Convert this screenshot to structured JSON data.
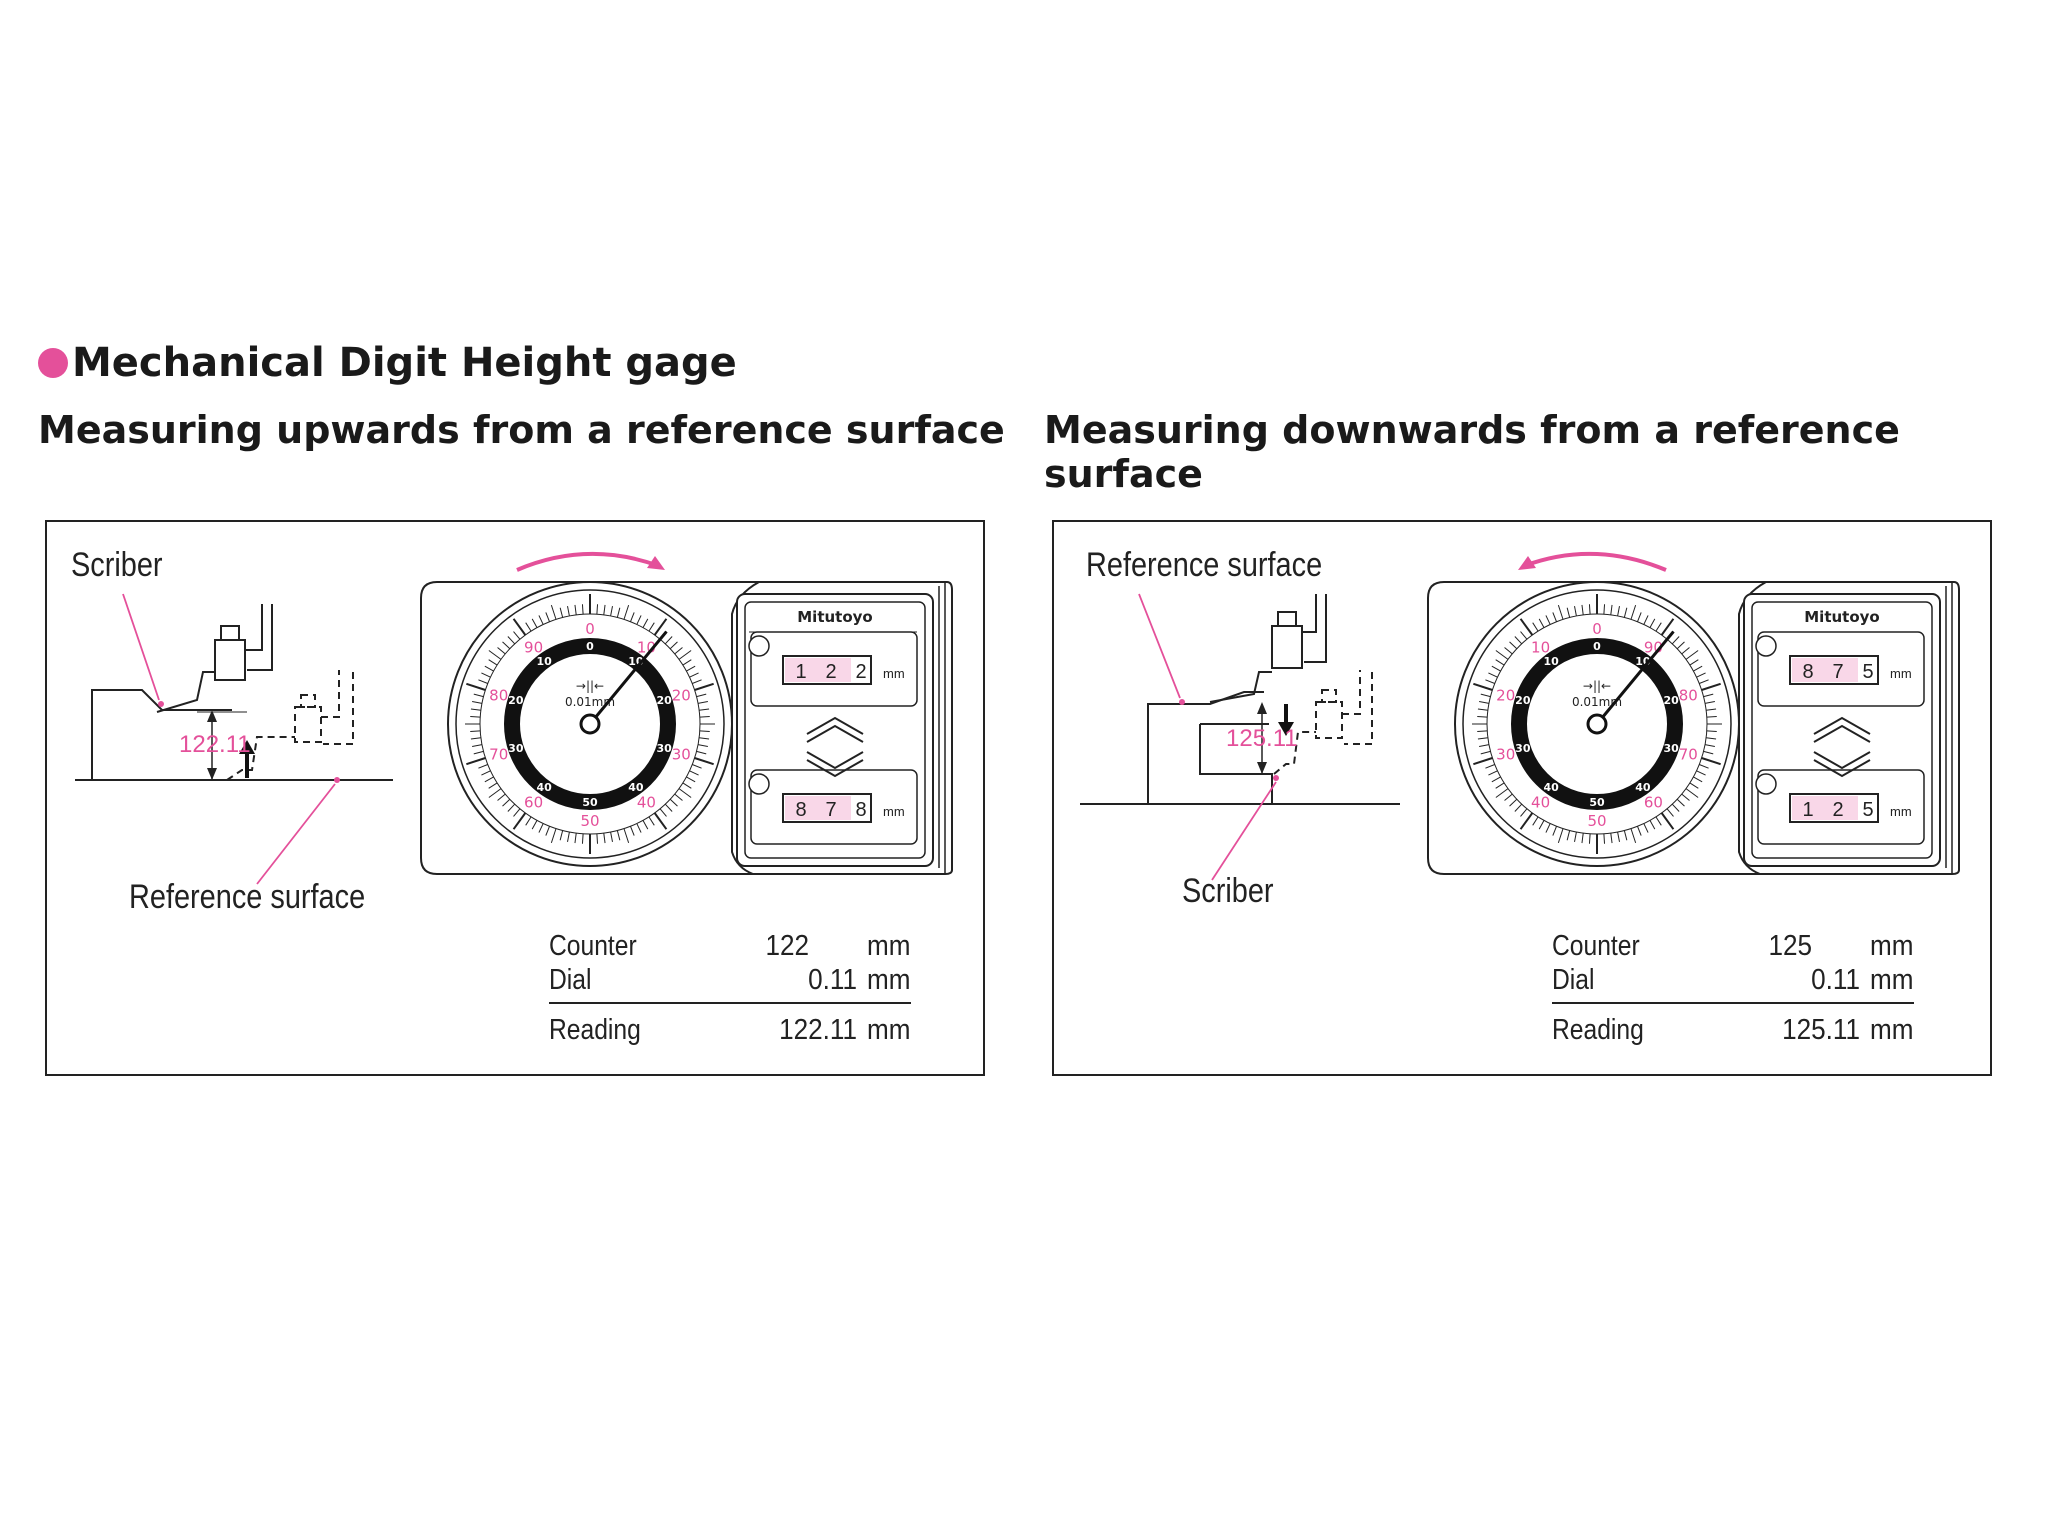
{
  "heading": "Mechanical Digit Height gage",
  "colors": {
    "accent": "#e4509a",
    "ink": "#222222"
  },
  "panels": [
    {
      "subtitle": "Measuring upwards from a reference surface",
      "label_top": "Scriber",
      "label_bottom": "Reference surface",
      "measure": "122.11",
      "brand": "Mitutoyo",
      "dial_unit": "0.01mm",
      "counter_top_digits": [
        "1",
        "2",
        "2"
      ],
      "counter_bottom_digits": [
        "8",
        "7",
        "8"
      ],
      "counter_unit": "mm",
      "pointer_value": 11,
      "rotation": "clockwise",
      "outer_numbers": [
        "0",
        "10",
        "20",
        "30",
        "40",
        "50",
        "60",
        "70",
        "80",
        "90"
      ],
      "inner_numbers": [
        "0",
        "10",
        "20",
        "30",
        "40",
        "50",
        "40",
        "30",
        "20",
        "10"
      ],
      "table": {
        "counter_label": "Counter",
        "counter_value": "122",
        "counter_unit": "mm",
        "dial_label": "Dial",
        "dial_value": "0.11",
        "dial_unit": "mm",
        "reading_label": "Reading",
        "reading_value": "122.11",
        "reading_unit": "mm"
      }
    },
    {
      "subtitle": "Measuring downwards from a reference surface",
      "label_top": "Reference surface",
      "label_bottom": "Scriber",
      "measure": "125.11",
      "brand": "Mitutoyo",
      "dial_unit": "0.01mm",
      "counter_top_digits": [
        "8",
        "7",
        "5"
      ],
      "counter_bottom_digits": [
        "1",
        "2",
        "5"
      ],
      "counter_unit": "mm",
      "pointer_value": 11,
      "rotation": "counterclockwise",
      "outer_numbers": [
        "0",
        "90",
        "80",
        "70",
        "60",
        "50",
        "40",
        "30",
        "20",
        "10"
      ],
      "inner_numbers": [
        "0",
        "10",
        "20",
        "30",
        "40",
        "50",
        "40",
        "30",
        "20",
        "10"
      ],
      "table": {
        "counter_label": "Counter",
        "counter_value": "125",
        "counter_unit": "mm",
        "dial_label": "Dial",
        "dial_value": "0.11",
        "dial_unit": "mm",
        "reading_label": "Reading",
        "reading_value": "125.11",
        "reading_unit": "mm"
      }
    }
  ]
}
